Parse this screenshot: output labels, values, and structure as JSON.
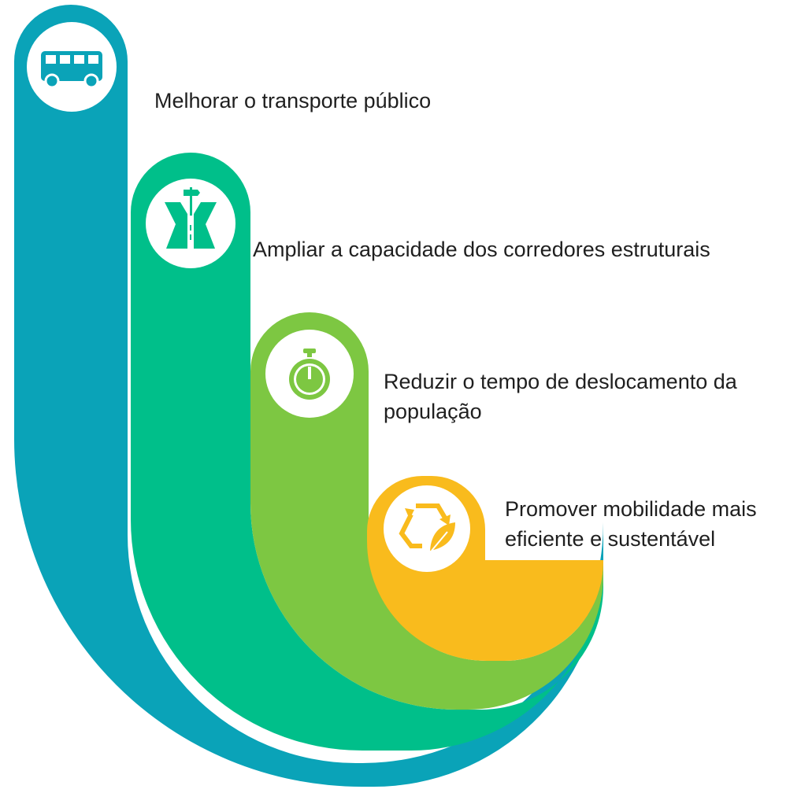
{
  "colors": {
    "step1": "#0aa3b8",
    "step2": "#00bf8a",
    "step3": "#7dc742",
    "step4": "#f9bb1d",
    "text": "#1f1f1f",
    "icon_bg": "#ffffff"
  },
  "steps": [
    {
      "icon": "bus-icon",
      "lines": [
        "Melhorar o transporte público"
      ]
    },
    {
      "icon": "road-icon",
      "lines": [
        "Ampliar a capacidade dos corredores estruturais"
      ]
    },
    {
      "icon": "stopwatch-icon",
      "lines": [
        "Reduzir o tempo de deslocamento da",
        "população"
      ]
    },
    {
      "icon": "recycle-leaf-icon",
      "lines": [
        "Promover mobilidade mais",
        "eficiente e sustentável"
      ]
    }
  ]
}
